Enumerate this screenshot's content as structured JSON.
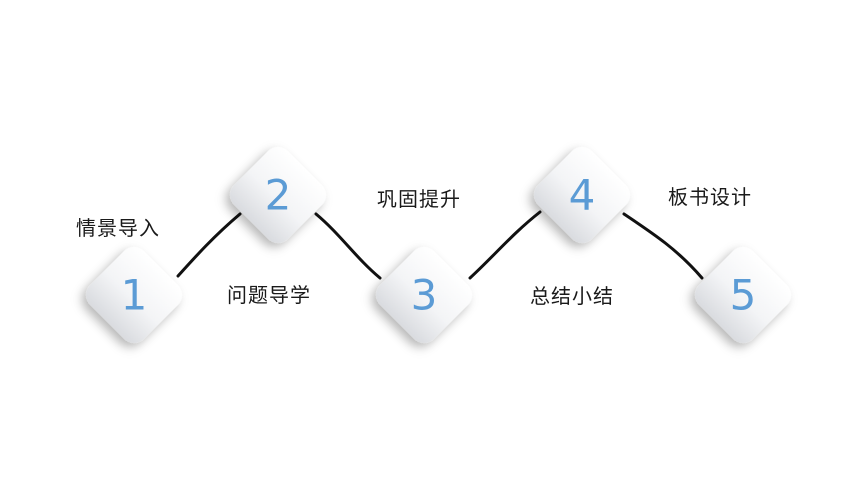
{
  "diagram": {
    "number_color": "#5b9bd5",
    "line_color": "#111111",
    "nodes": [
      {
        "number": "1",
        "label": "情景导入"
      },
      {
        "number": "2",
        "label": "问题导学"
      },
      {
        "number": "3",
        "label": "巩固提升"
      },
      {
        "number": "4",
        "label": "总结小结"
      },
      {
        "number": "5",
        "label": "板书设计"
      }
    ]
  }
}
